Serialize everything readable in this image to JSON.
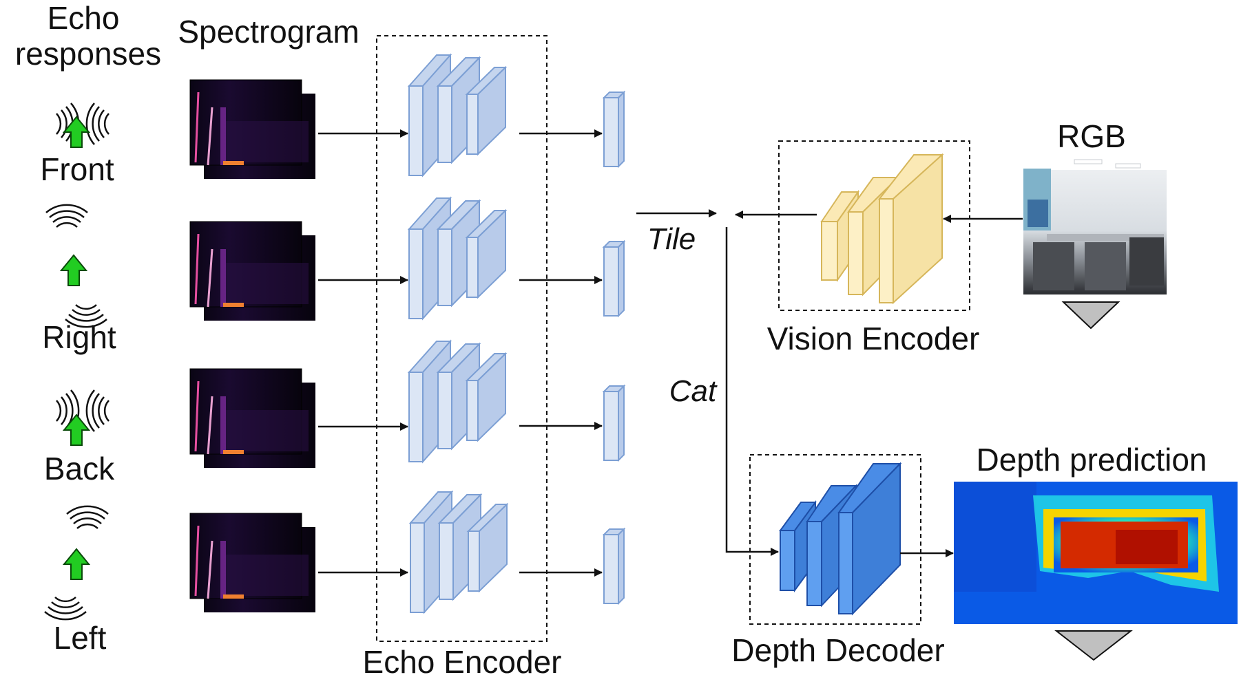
{
  "labels": {
    "echo_responses_line1": "Echo",
    "echo_responses_line2": "responses",
    "spectrogram": "Spectrogram",
    "echo_encoder": "Echo Encoder",
    "tile": "Tile",
    "cat": "Cat",
    "rgb": "RGB",
    "vision_encoder": "Vision Encoder",
    "depth_decoder": "Depth Decoder",
    "depth_prediction": "Depth prediction"
  },
  "directions": [
    {
      "label": "Front",
      "arrow": "up-arrow",
      "echo_pattern": "sides"
    },
    {
      "label": "Right",
      "arrow": "up-arrow",
      "echo_pattern": "stacked"
    },
    {
      "label": "Back",
      "arrow": "up-arrow",
      "echo_pattern": "sides"
    },
    {
      "label": "Left",
      "arrow": "up-arrow",
      "echo_pattern": "stacked"
    }
  ],
  "colors": {
    "echo_encoder_fill": "#dce6f5",
    "echo_encoder_stroke": "#7c9fd4",
    "vision_encoder_fill": "#fdf0c6",
    "vision_encoder_stroke": "#d6b65a",
    "depth_decoder_fill": "#5f9ff0",
    "depth_decoder_stroke": "#1e4fa8",
    "direction_arrow": "#22cc22",
    "spectrogram_bg": "#0a0514",
    "spectrogram_signal": "#e64fa0"
  }
}
